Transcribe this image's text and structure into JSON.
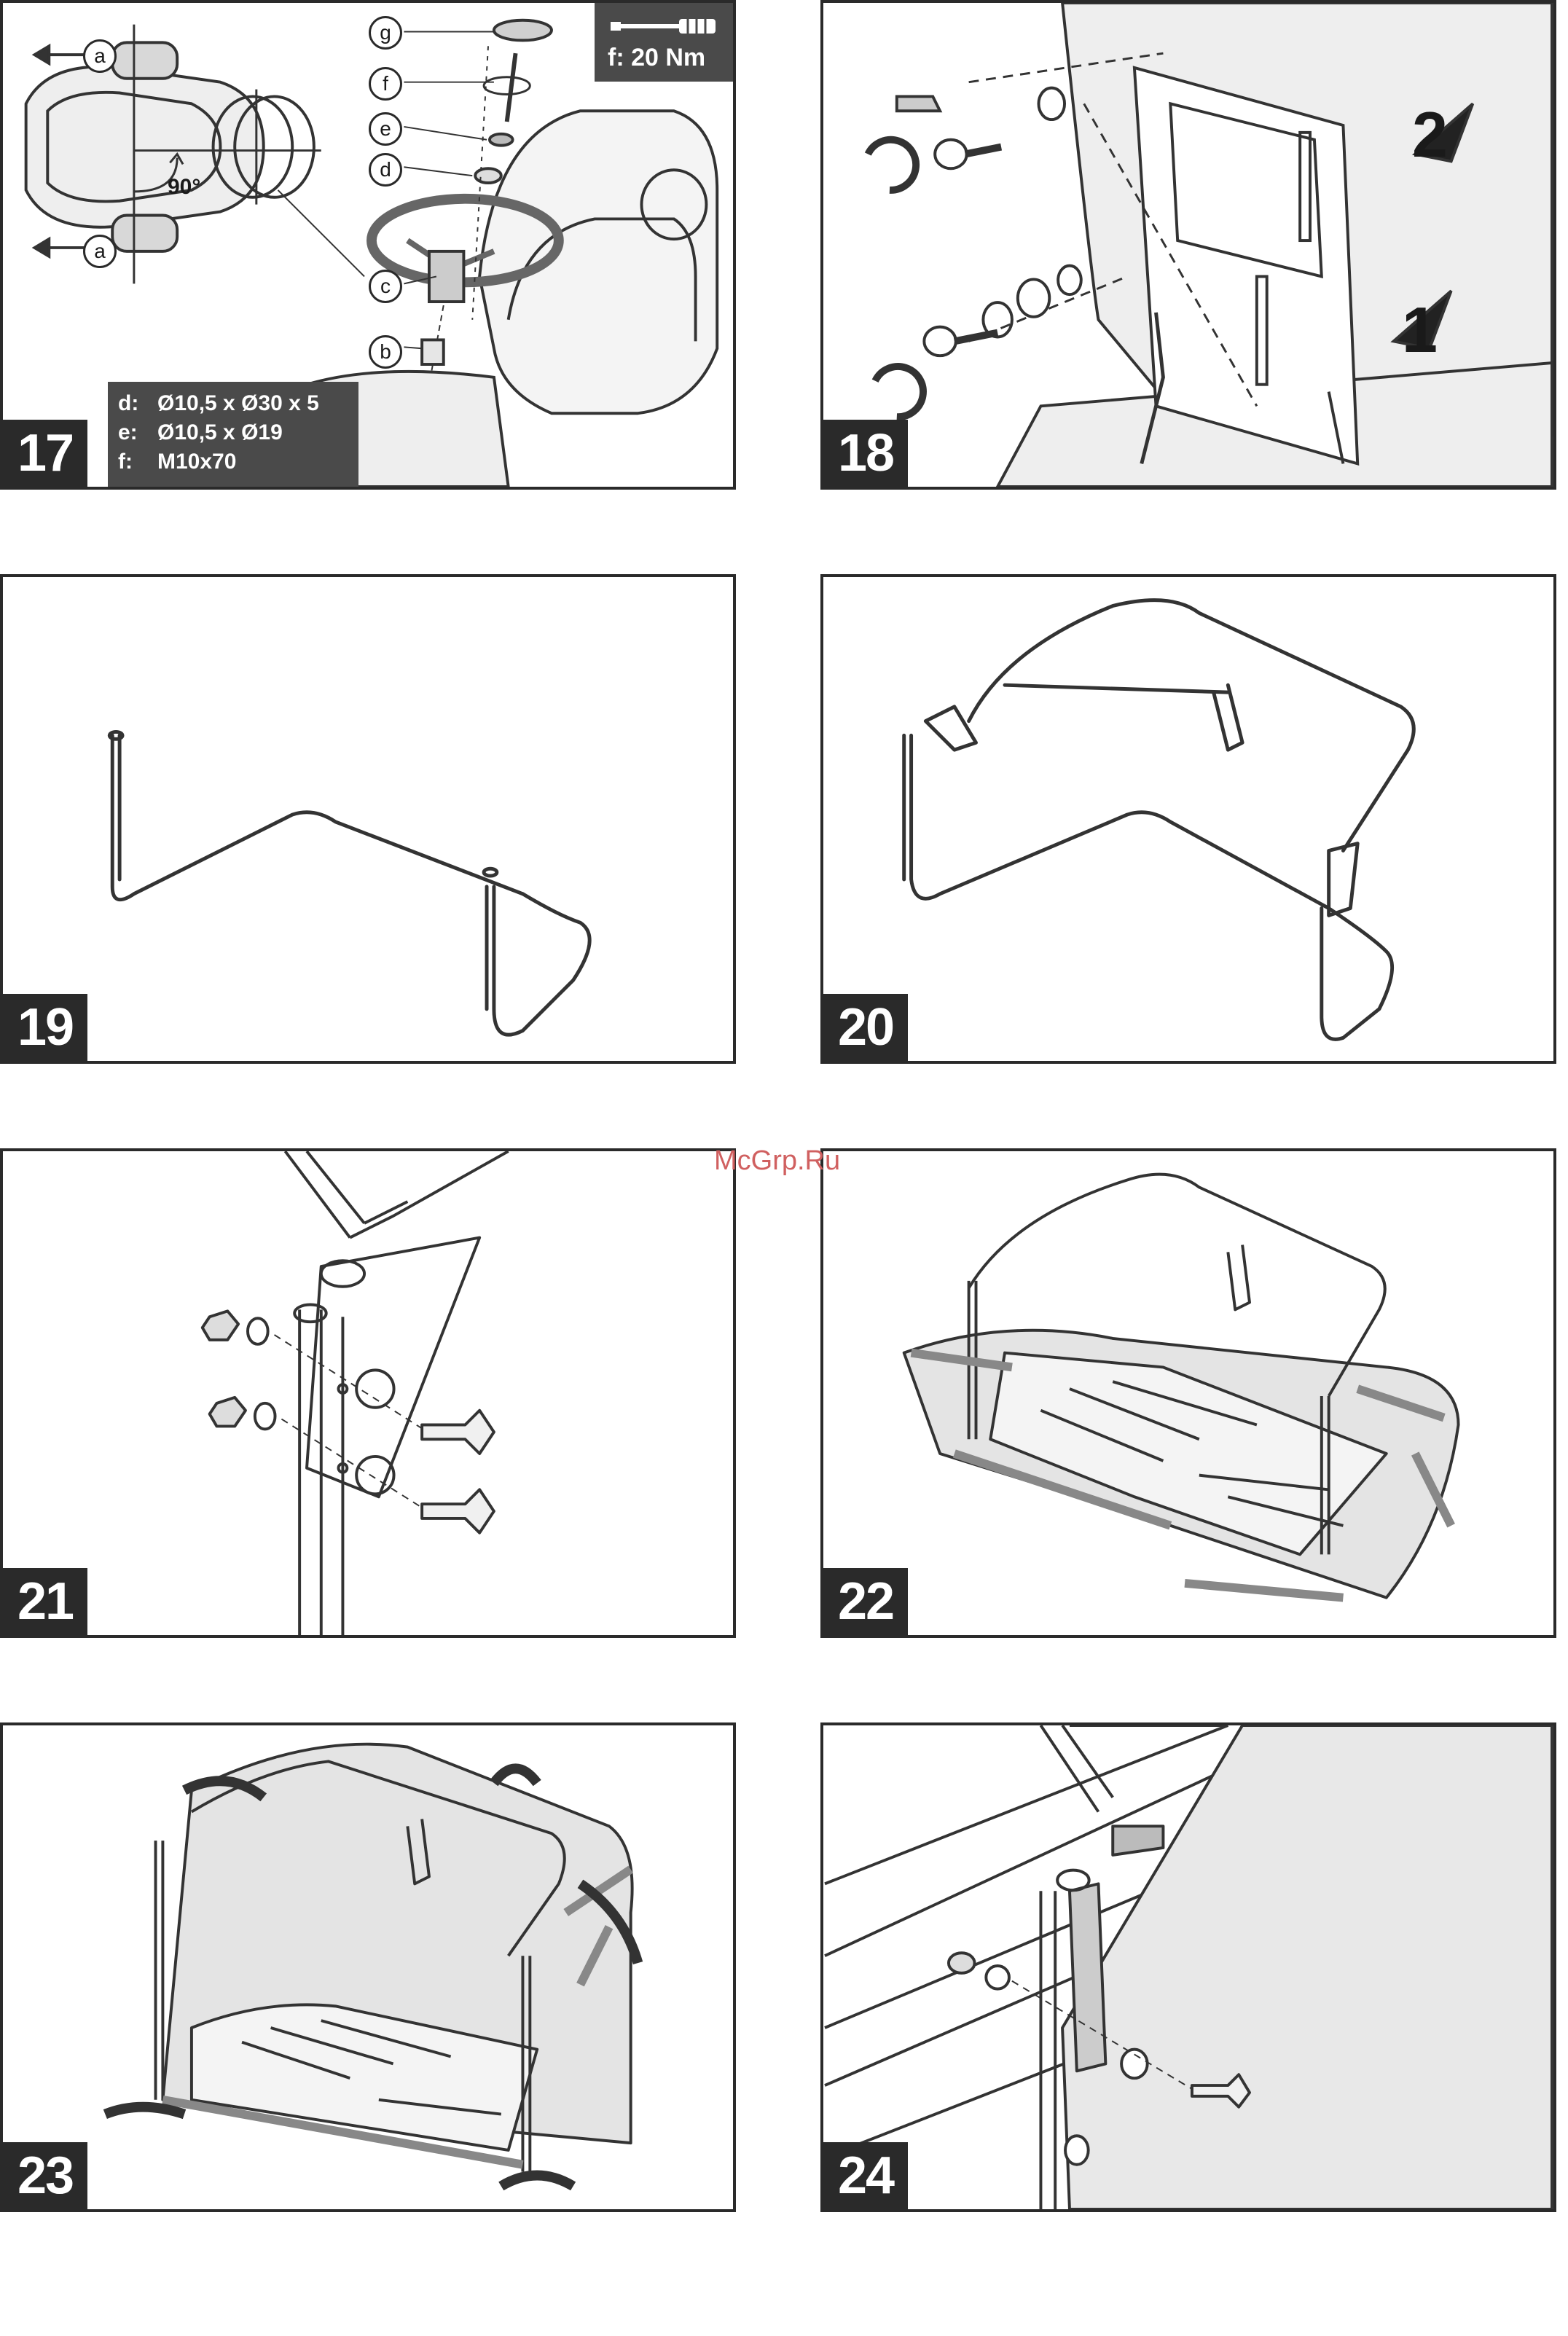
{
  "watermark": "McGrp.Ru",
  "panels": [
    {
      "number": "17",
      "callouts": [
        "a",
        "a",
        "g",
        "f",
        "e",
        "d",
        "c",
        "b"
      ],
      "angle": "90°",
      "specs": [
        {
          "key": "d:",
          "value": "Ø10,5 x Ø30 x 5"
        },
        {
          "key": "e:",
          "value": "Ø10,5 x Ø19"
        },
        {
          "key": "f:",
          "value": "M10x70"
        }
      ],
      "torque": "f: 20 Nm"
    },
    {
      "number": "18",
      "steps": [
        "2",
        "1"
      ]
    },
    {
      "number": "19"
    },
    {
      "number": "20"
    },
    {
      "number": "21"
    },
    {
      "number": "22"
    },
    {
      "number": "23"
    },
    {
      "number": "24"
    }
  ]
}
